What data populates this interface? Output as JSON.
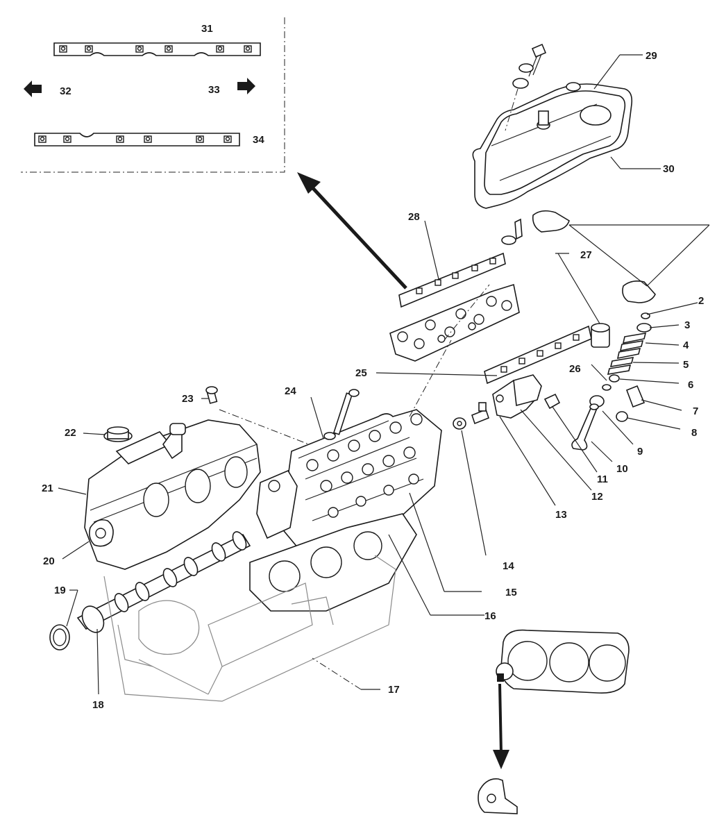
{
  "labels": {
    "l2": "2",
    "l3": "3",
    "l4": "4",
    "l5": "5",
    "l6": "6",
    "l7": "7",
    "l8": "8",
    "l9": "9",
    "l10": "10",
    "l11": "11",
    "l12": "12",
    "l13": "13",
    "l14": "14",
    "l15": "15",
    "l16": "16",
    "l17": "17",
    "l18": "18",
    "l19": "19",
    "l20": "20",
    "l21": "21",
    "l22": "22",
    "l23": "23",
    "l24": "24",
    "l25": "25",
    "l26": "26",
    "l27": "27",
    "l28": "28",
    "l29": "29",
    "l30": "30",
    "l31": "31",
    "l32": "32",
    "l33": "33",
    "l34": "34"
  },
  "colors": {
    "ink": "#1a1a1a",
    "faint": "#8a8a8a",
    "paper": "#ffffff"
  }
}
